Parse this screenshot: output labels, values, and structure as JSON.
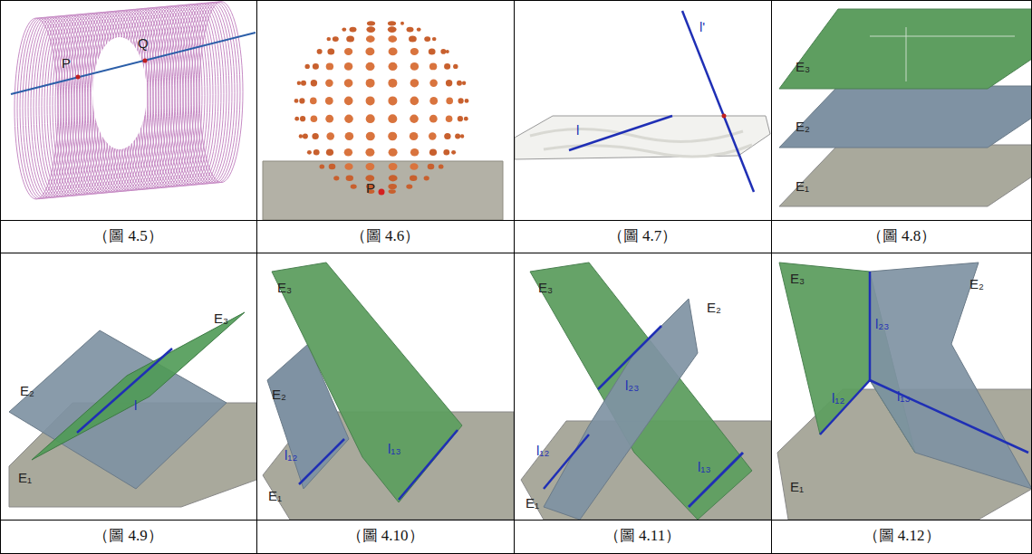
{
  "diagram": {
    "labels": [
      "P",
      "Q",
      "（圖 4.5）",
      "P",
      "（圖 4.6）",
      "l",
      "l'",
      "（圖 4.7）",
      "E₃",
      "E₂",
      "E₁",
      "（圖 4.8）",
      "E₂",
      "E₃",
      "l",
      "E₁",
      "（圖 4.9）",
      "E₃",
      "E₂",
      "E₁",
      "l₁₂",
      "l₁₃",
      "（圖 4.10）",
      "E₃",
      "E₂",
      "l₂₃",
      "l₁₂",
      "E₁",
      "l₁₃",
      "（圖 4.11）",
      "E₃",
      "E₂",
      "l₂₃",
      "E₁",
      "l₁₂",
      "l₁₃",
      "（圖 4.12）"
    ]
  }
}
